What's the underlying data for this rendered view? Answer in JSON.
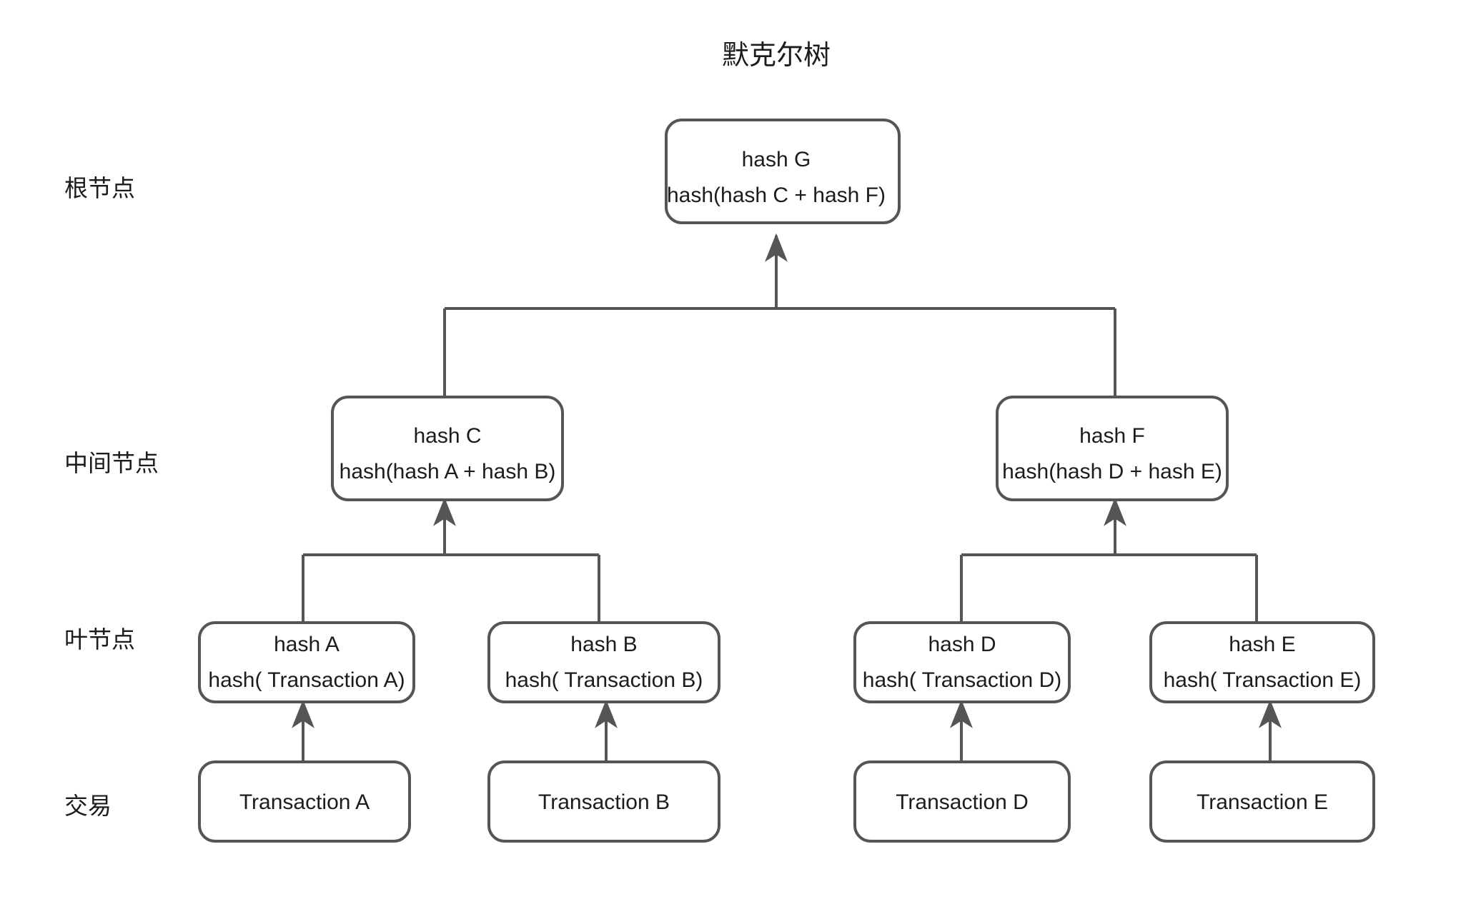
{
  "title": "默克尔树",
  "colors": {
    "background": "#ffffff",
    "stroke": "#555555",
    "text": "#1c1c1c"
  },
  "row_labels": [
    {
      "id": "root",
      "label": "根节点"
    },
    {
      "id": "intermediate",
      "label": "中间节点"
    },
    {
      "id": "leaf",
      "label": "叶节点"
    },
    {
      "id": "transaction",
      "label": "交易"
    }
  ],
  "nodes": {
    "root": {
      "id": "hash-g",
      "line1": "hash G",
      "line2": "hash(hash C + hash F)"
    },
    "intermediate": [
      {
        "id": "hash-c",
        "line1": "hash C",
        "line2": "hash(hash A + hash B)"
      },
      {
        "id": "hash-f",
        "line1": "hash F",
        "line2": "hash(hash D + hash E)"
      }
    ],
    "leaves": [
      {
        "id": "hash-a",
        "line1": "hash A",
        "line2": "hash( Transaction A)"
      },
      {
        "id": "hash-b",
        "line1": "hash B",
        "line2": "hash( Transaction B)"
      },
      {
        "id": "hash-d",
        "line1": "hash D",
        "line2": "hash( Transaction D)"
      },
      {
        "id": "hash-e",
        "line1": "hash E",
        "line2": "hash( Transaction E)"
      }
    ],
    "transactions": [
      {
        "id": "transaction-a",
        "label": "Transaction A"
      },
      {
        "id": "transaction-b",
        "label": "Transaction B"
      },
      {
        "id": "transaction-d",
        "label": "Transaction D"
      },
      {
        "id": "transaction-e",
        "label": "Transaction E"
      }
    ]
  }
}
